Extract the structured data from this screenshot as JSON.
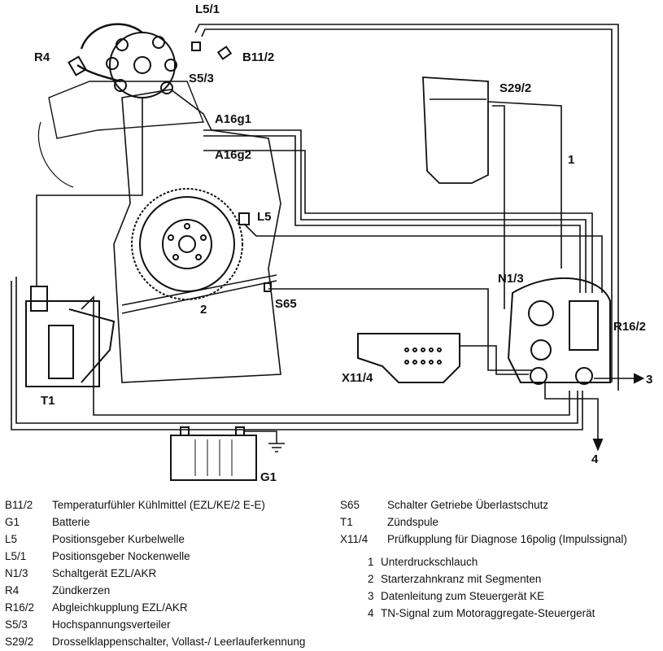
{
  "labels": {
    "L5_1": "L5/1",
    "R4": "R4",
    "B11_2": "B11/2",
    "S5_3": "S5/3",
    "S29_2": "S29/2",
    "A16g1": "A16g1",
    "A16g2": "A16g2",
    "one": "1",
    "L5": "L5",
    "N1_3": "N1/3",
    "two": "2",
    "S65": "S65",
    "R16_2": "R16/2",
    "X11_4": "X11/4",
    "three": "3",
    "T1": "T1",
    "G1": "G1",
    "four": "4"
  },
  "legend_left": [
    {
      "code": "B11/2",
      "text": "Temperaturfühler Kühlmittel (EZL/KE/2 E-E)"
    },
    {
      "code": "G1",
      "text": "Batterie"
    },
    {
      "code": "L5",
      "text": "Positionsgeber Kurbelwelle"
    },
    {
      "code": "L5/1",
      "text": "Positionsgeber Nockenwelle"
    },
    {
      "code": "N1/3",
      "text": "Schaltgerät EZL/AKR"
    },
    {
      "code": "R4",
      "text": "Zündkerzen"
    },
    {
      "code": "R16/2",
      "text": "Abgleichkupplung EZL/AKR"
    },
    {
      "code": "S5/3",
      "text": "Hochspannungsverteiler"
    },
    {
      "code": "S29/2",
      "text": "Drosselklappenschalter, Vollast-/ Leerlauferkennung"
    }
  ],
  "legend_right": [
    {
      "code": "S65",
      "text": "Schalter Getriebe Überlastschutz"
    },
    {
      "code": "T1",
      "text": "Zündspule"
    },
    {
      "code": "X11/4",
      "text": "Prüfkupplung für Diagnose 16polig (Impulssignal)"
    }
  ],
  "legend_numbers": [
    {
      "code": "1",
      "text": "Unterdruckschlauch"
    },
    {
      "code": "2",
      "text": "Starterzahnkranz mit Segmenten"
    },
    {
      "code": "3",
      "text": "Datenleitung zum Steuergerät KE"
    },
    {
      "code": "4",
      "text": "TN-Signal zum Motoraggregate-Steuergerät"
    }
  ]
}
